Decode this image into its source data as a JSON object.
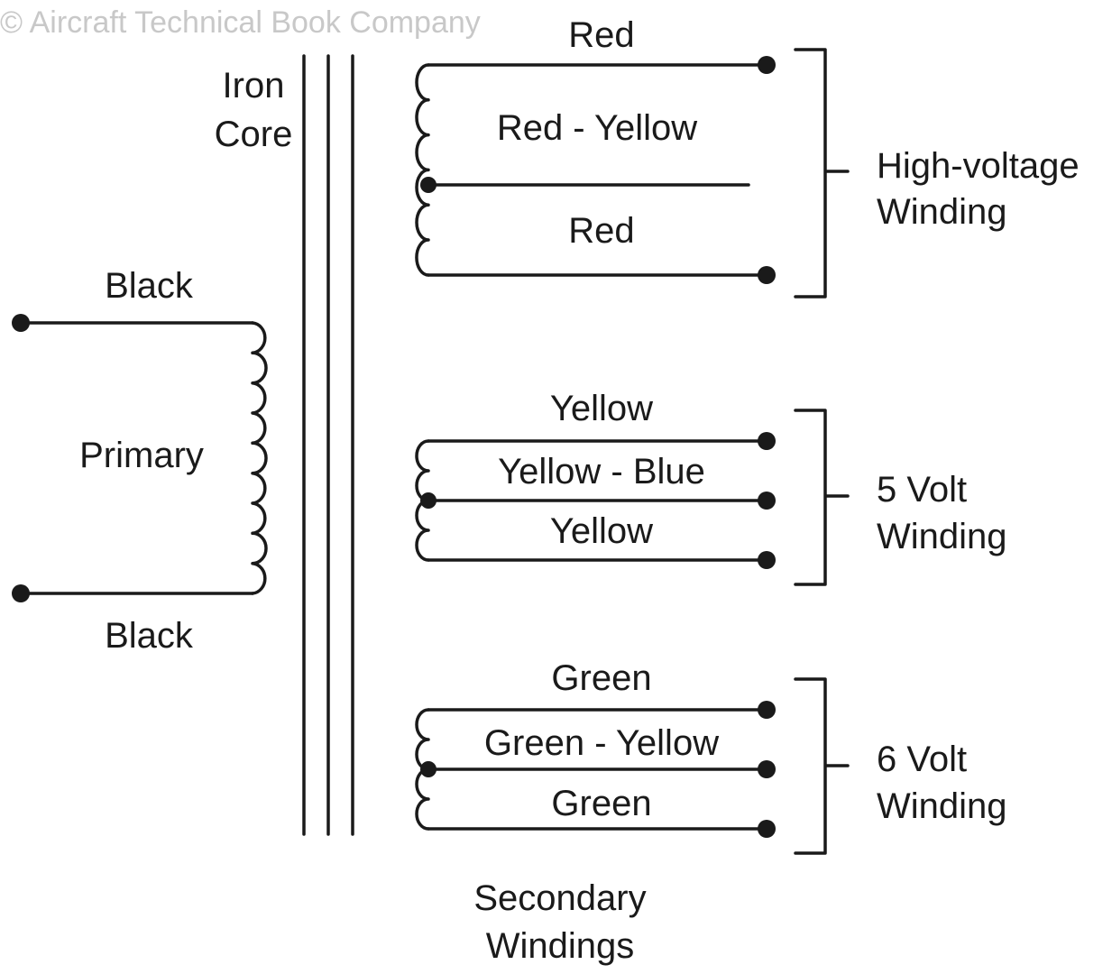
{
  "watermark": "© Aircraft Technical Book Company",
  "core": {
    "line1": "Iron",
    "line2": "Core"
  },
  "primary": {
    "top_lead": "Black",
    "name": "Primary",
    "bottom_lead": "Black"
  },
  "high_voltage": {
    "top_lead": "Red",
    "center_tap": "Red - Yellow",
    "bottom_lead": "Red",
    "group_line1": "High-voltage",
    "group_line2": "Winding"
  },
  "five_volt": {
    "top_lead": "Yellow",
    "center_tap": "Yellow - Blue",
    "bottom_lead": "Yellow",
    "group_line1": "5 Volt",
    "group_line2": "Winding"
  },
  "six_volt": {
    "top_lead": "Green",
    "center_tap": "Green - Yellow",
    "bottom_lead": "Green",
    "group_line1": "6 Volt",
    "group_line2": "Winding"
  },
  "secondary": {
    "line1": "Secondary",
    "line2": "Windings"
  }
}
